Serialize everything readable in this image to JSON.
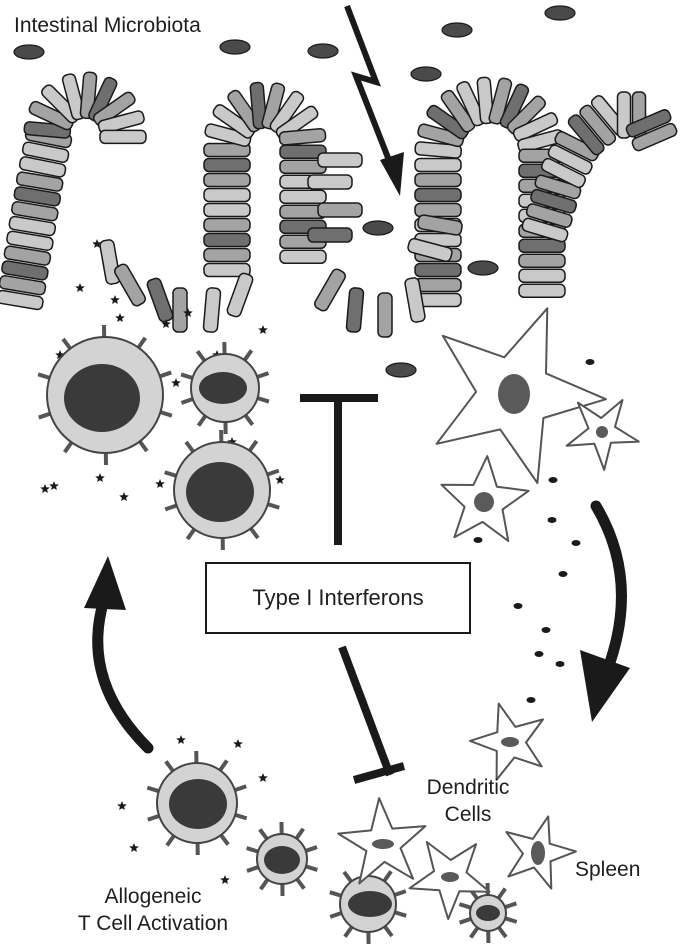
{
  "labels": {
    "intestinal_microbiota": "Intestinal Microbiota",
    "type_i_interferons": "Type I Interferons",
    "dendritic_cells_line1": "Dendritic",
    "dendritic_cells_line2": "Cells",
    "spleen": "Spleen",
    "allogeneic_line1": "Allogeneic",
    "allogeneic_line2": "T Cell Activation"
  },
  "colors": {
    "line": "#1a1a1a",
    "villus_light": "#c9c9c9",
    "villus_mid": "#a3a3a3",
    "villus_dark": "#6f6f6f",
    "cell_body": "#d3d3d3",
    "nucleus": "#3a3a3a",
    "bacteria": "#4a4a4a"
  }
}
